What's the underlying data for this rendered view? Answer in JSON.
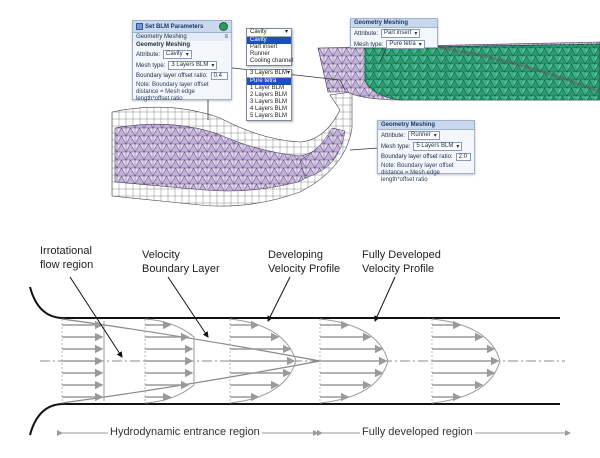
{
  "blm_dialog": {
    "title": "Set BLM Parameters",
    "section_label": "Geometry Meshing",
    "group_label": "Geometry Meshing",
    "attribute_label": "Attribute:",
    "attribute_value": "Cavity",
    "mesh_type_label": "Mesh type:",
    "mesh_type_value": "3 Layers BLM",
    "offset_label": "Boundary layer offset ratio:",
    "offset_value": "0.4",
    "note": "Note: Boundary layer offset distance = Mesh edge length*offset ratio"
  },
  "attribute_dropdown": {
    "current": "Cavity",
    "options": [
      "Cavity",
      "Part insert",
      "Runner",
      "Cooling channel"
    ],
    "highlighted": "Cavity"
  },
  "mesh_dropdown": {
    "current": "3 Layers BLM",
    "options": [
      "Pure tetra",
      "1 Layer BLM",
      "2 Layers BLM",
      "3 Layers BLM",
      "4 Layers BLM",
      "5 Layers BLM"
    ],
    "highlighted": "Pure tetra"
  },
  "part_insert_panel": {
    "group_label": "Geometry Meshing",
    "attribute_label": "Attribute:",
    "attribute_value": "Part insert",
    "mesh_type_label": "Mesh type:",
    "mesh_type_value": "Pure tetra"
  },
  "runner_panel": {
    "group_label": "Geometry Meshing",
    "attribute_label": "Attribute:",
    "attribute_value": "Runner",
    "mesh_type_label": "Mesh type:",
    "mesh_type_value": "5 Layers BLM",
    "offset_label": "Boundary layer offset ratio:",
    "offset_value": "2.0",
    "note": "Note: Boundary layer offset distance = Mesh edge length*offset ratio"
  },
  "flow_diagram": {
    "labels": {
      "irrotational": [
        "Irrotational",
        "flow region"
      ],
      "velocity_boundary": [
        "Velocity",
        "Boundary Layer"
      ],
      "developing": [
        "Developing",
        "Velocity Profile"
      ],
      "fully_developed": [
        "Fully Developed",
        "Velocity Profile"
      ]
    },
    "region_hydrodynamic": "Hydrodynamic entrance region",
    "region_fully_developed": "Fully developed region"
  },
  "colors": {
    "mesh_purple": "#c9b6dc",
    "mesh_green": "#2fa37a",
    "arrow_gray": "#9a9a9a",
    "pipe_wall": "#111111",
    "panel_header": "#c9d8ec"
  }
}
